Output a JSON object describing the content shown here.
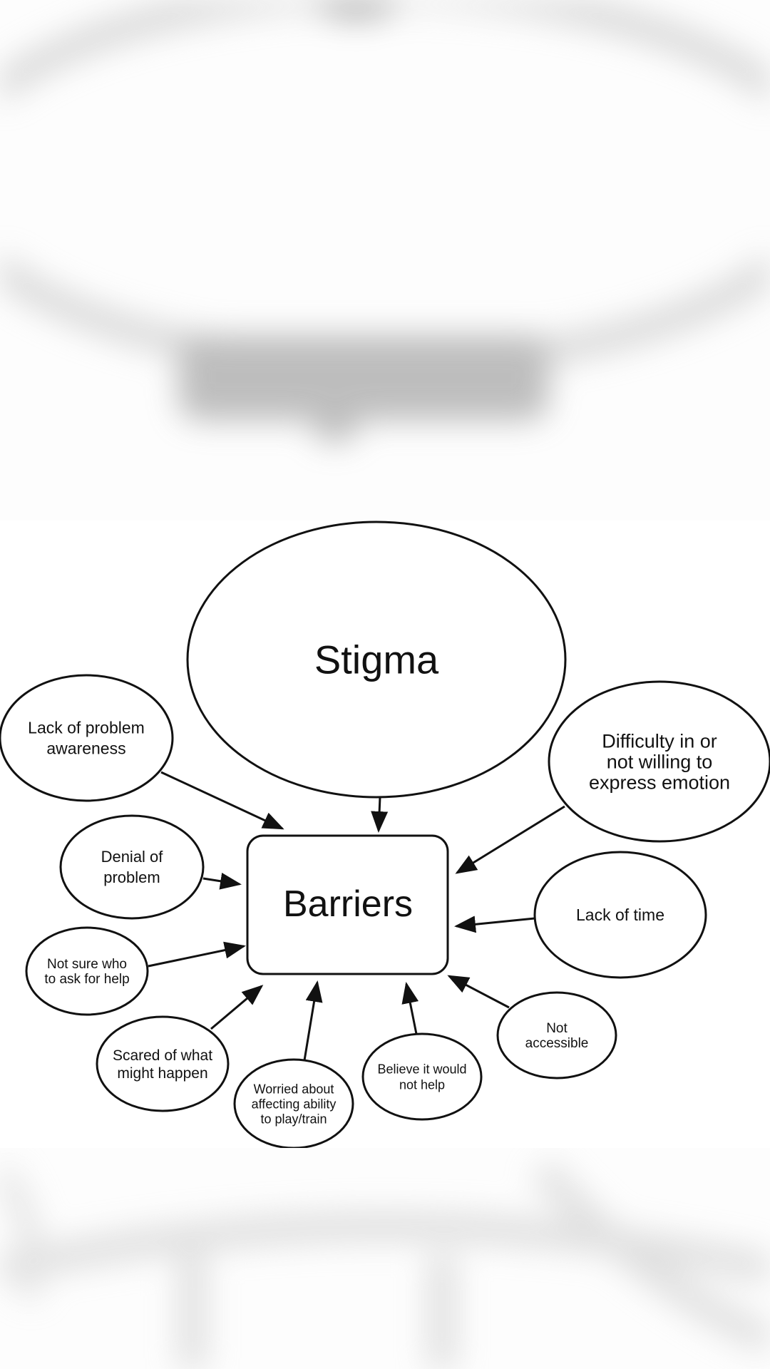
{
  "diagram": {
    "title_node": "Stigma",
    "center_node": "Barriers",
    "colors": {
      "stroke": "#111111",
      "background": "#ffffff",
      "backdrop_blur": "#9a9a9a"
    },
    "nodes": [
      {
        "id": "stigma",
        "lines": [
          "Stigma"
        ]
      },
      {
        "id": "lack-of-problem-awareness",
        "lines": [
          "Lack of problem",
          "awareness"
        ]
      },
      {
        "id": "difficulty-expressing-emotion",
        "lines": [
          "Difficulty in or",
          "not willing to",
          "express emotion"
        ]
      },
      {
        "id": "denial-of-problem",
        "lines": [
          "Denial of",
          "problem"
        ]
      },
      {
        "id": "lack-of-time",
        "lines": [
          "Lack of time"
        ]
      },
      {
        "id": "not-sure-who-to-ask",
        "lines": [
          "Not sure who",
          "to ask for help"
        ]
      },
      {
        "id": "not-accessible",
        "lines": [
          "Not",
          "accessible"
        ]
      },
      {
        "id": "scared-of-what-might-happen",
        "lines": [
          "Scared of what",
          "might happen"
        ]
      },
      {
        "id": "worried-about-ability",
        "lines": [
          "Worried about",
          "affecting ability",
          "to play/train"
        ]
      },
      {
        "id": "believe-it-would-not-help",
        "lines": [
          "Believe it would",
          "not help"
        ]
      }
    ],
    "edges": [
      {
        "from": "stigma",
        "to": "barriers"
      },
      {
        "from": "lack-of-problem-awareness",
        "to": "barriers"
      },
      {
        "from": "difficulty-expressing-emotion",
        "to": "barriers"
      },
      {
        "from": "denial-of-problem",
        "to": "barriers"
      },
      {
        "from": "lack-of-time",
        "to": "barriers"
      },
      {
        "from": "not-sure-who-to-ask",
        "to": "barriers"
      },
      {
        "from": "not-accessible",
        "to": "barriers"
      },
      {
        "from": "scared-of-what-might-happen",
        "to": "barriers"
      },
      {
        "from": "worried-about-ability",
        "to": "barriers"
      },
      {
        "from": "believe-it-would-not-help",
        "to": "barriers"
      }
    ]
  }
}
